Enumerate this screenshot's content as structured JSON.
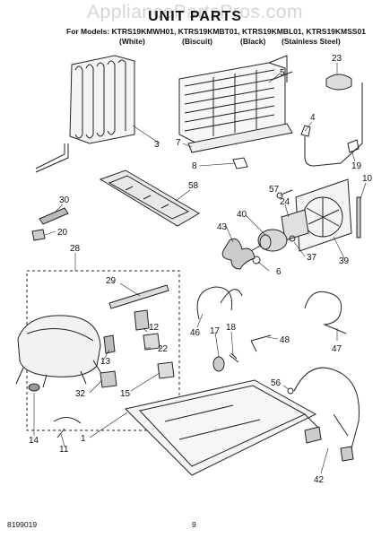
{
  "watermark": "AppliancePartsPros.com",
  "header": {
    "title": "UNIT PARTS",
    "models_line": "For Models: KTRS19KMWH01, KTRS19KMBT01, KTRS19KMBL01, KTRS19KMSS01",
    "colors": [
      "(White)",
      "(Biscuit)",
      "(Black)",
      "(Stainless Steel)"
    ]
  },
  "callouts": [
    "3",
    "5",
    "23",
    "4",
    "7",
    "8",
    "19",
    "10",
    "58",
    "30",
    "57",
    "24",
    "20",
    "40",
    "43",
    "37",
    "6",
    "39",
    "28",
    "29",
    "46",
    "17",
    "18",
    "48",
    "47",
    "12",
    "22",
    "13",
    "56",
    "32",
    "15",
    "14",
    "11",
    "1",
    "42"
  ],
  "footer": {
    "doc_number": "8199019",
    "page_number": "9"
  }
}
